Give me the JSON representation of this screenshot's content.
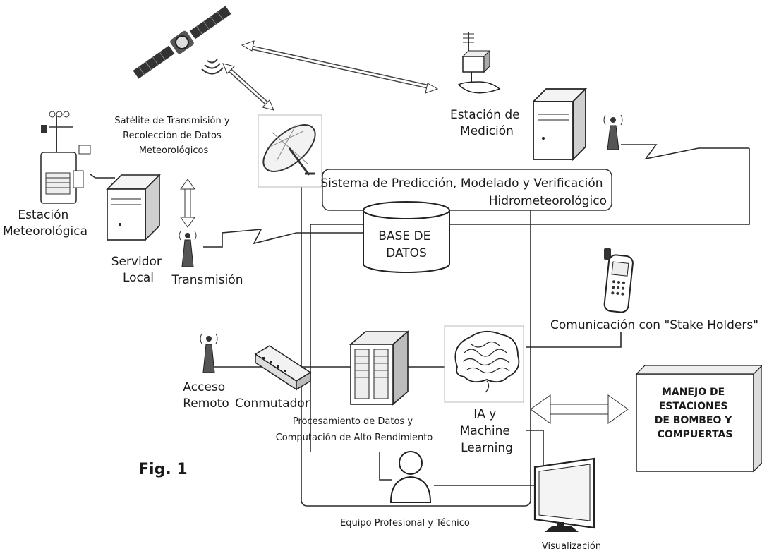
{
  "labels": {
    "satellite": [
      "Satélite de Transmisión y",
      "Recolección de Datos",
      "Meteorológicos"
    ],
    "measuring_station": [
      "Estación de",
      "Medición"
    ],
    "weather_station": [
      "Estación",
      "Meteorológica"
    ],
    "local_server": [
      "Servidor",
      "Local"
    ],
    "transmission": "Transmisión",
    "prediction_system": [
      "Sistema de Predicción, Modelado y Verificación",
      "Hidrometeorológico"
    ],
    "database": [
      "BASE DE",
      "DATOS"
    ],
    "stakeholders": "Comunicación con \"Stake Holders\"",
    "remote_access": [
      "Acceso",
      "Remoto"
    ],
    "switch": "Conmutador",
    "processing": [
      "Procesamiento de Datos y",
      "Computación de Alto Rendimiento"
    ],
    "ai": [
      "IA y",
      "Machine",
      "Learning"
    ],
    "pumping": [
      "MANEJO DE",
      "ESTACIONES",
      "DE BOMBEO Y",
      "COMPUERTAS"
    ],
    "team": "Equipo Profesional y Técnico",
    "visualization": "Visualización",
    "figure": "Fig. 1"
  }
}
